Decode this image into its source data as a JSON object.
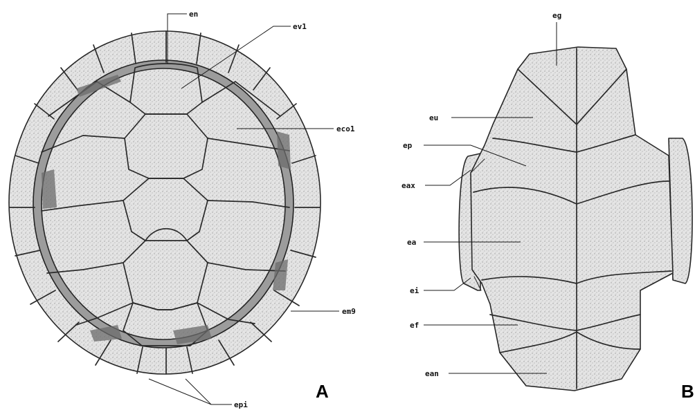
{
  "panels": {
    "a": {
      "letter": "A"
    },
    "b": {
      "letter": "B"
    }
  },
  "labels": {
    "en": "en",
    "ev1": "ev1",
    "eco1": "eco1",
    "em9": "em9",
    "epi": "epi",
    "eg": "eg",
    "eu": "eu",
    "ep": "ep",
    "eax": "eax",
    "ea": "ea",
    "ei": "ei",
    "ef": "ef",
    "ean": "ean"
  }
}
